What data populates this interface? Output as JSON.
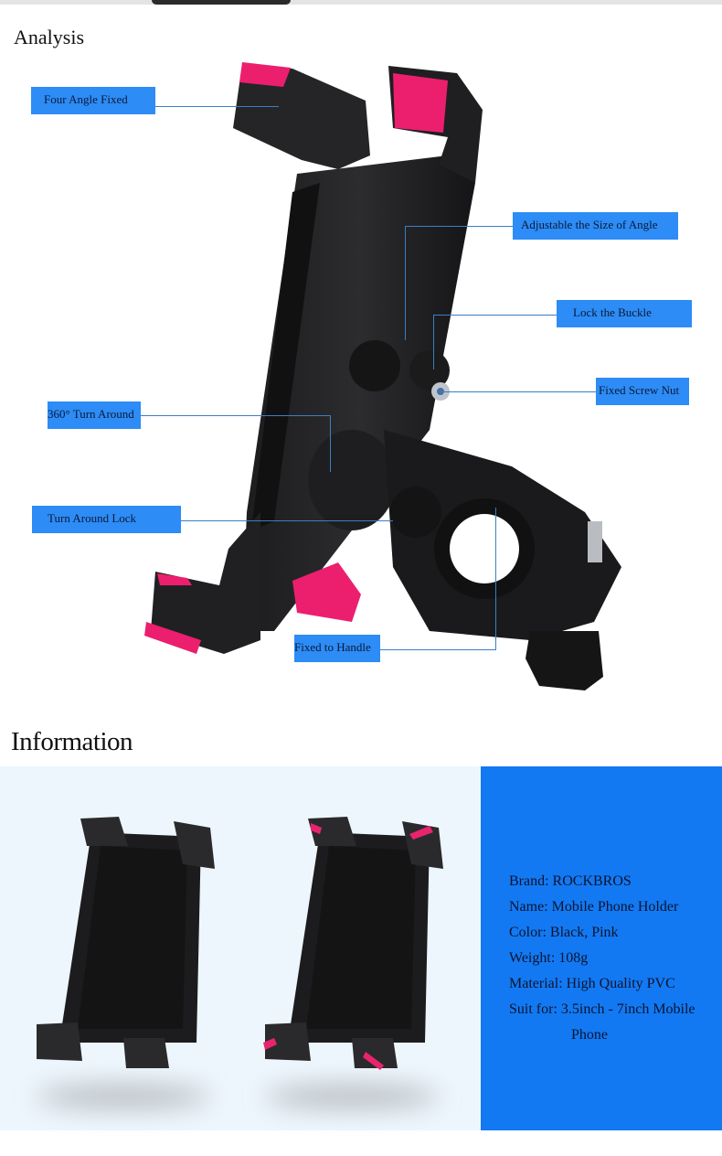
{
  "sections": {
    "analysis_title": "Analysis",
    "information_title": "Information"
  },
  "callouts": [
    {
      "id": "four-angle-fixed",
      "label": "Four Angle Fixed"
    },
    {
      "id": "adjustable-size-angle",
      "label": "Adjustable the Size of Angle"
    },
    {
      "id": "lock-the-buckle",
      "label": "Lock the Buckle"
    },
    {
      "id": "fixed-screw-nut",
      "label": "Fixed Screw Nut"
    },
    {
      "id": "turn-around-360",
      "label": "360° Turn Around"
    },
    {
      "id": "turn-around-lock",
      "label": "Turn Around Lock"
    },
    {
      "id": "fixed-to-handle",
      "label": "Fixed to Handle"
    }
  ],
  "specs": [
    {
      "label": "Brand",
      "value": "ROCKBROS",
      "text": "Brand: ROCKBROS"
    },
    {
      "label": "Name",
      "value": "Mobile Phone Holder",
      "text": "Name: Mobile Phone Holder"
    },
    {
      "label": "Color",
      "value": "Black, Pink",
      "text": "Color: Black, Pink"
    },
    {
      "label": "Weight",
      "value": "108g",
      "text": "Weight: 108g"
    },
    {
      "label": "Material",
      "value": "High Quality PVC",
      "text": "Material: High Quality PVC"
    },
    {
      "label": "Suit for",
      "value": "3.5inch - 7inch Mobile Phone",
      "text": "Suit for: 3.5inch - 7inch Mobile",
      "text_cont": "Phone"
    }
  ],
  "variants": [
    {
      "name": "black",
      "accent": "#3a3a3a"
    },
    {
      "name": "pink",
      "accent": "#e8246e"
    }
  ],
  "colors": {
    "callout_bg": "#2d8cf5",
    "panel_bg": "#1379f2",
    "accent_pink": "#ec1f6e"
  }
}
